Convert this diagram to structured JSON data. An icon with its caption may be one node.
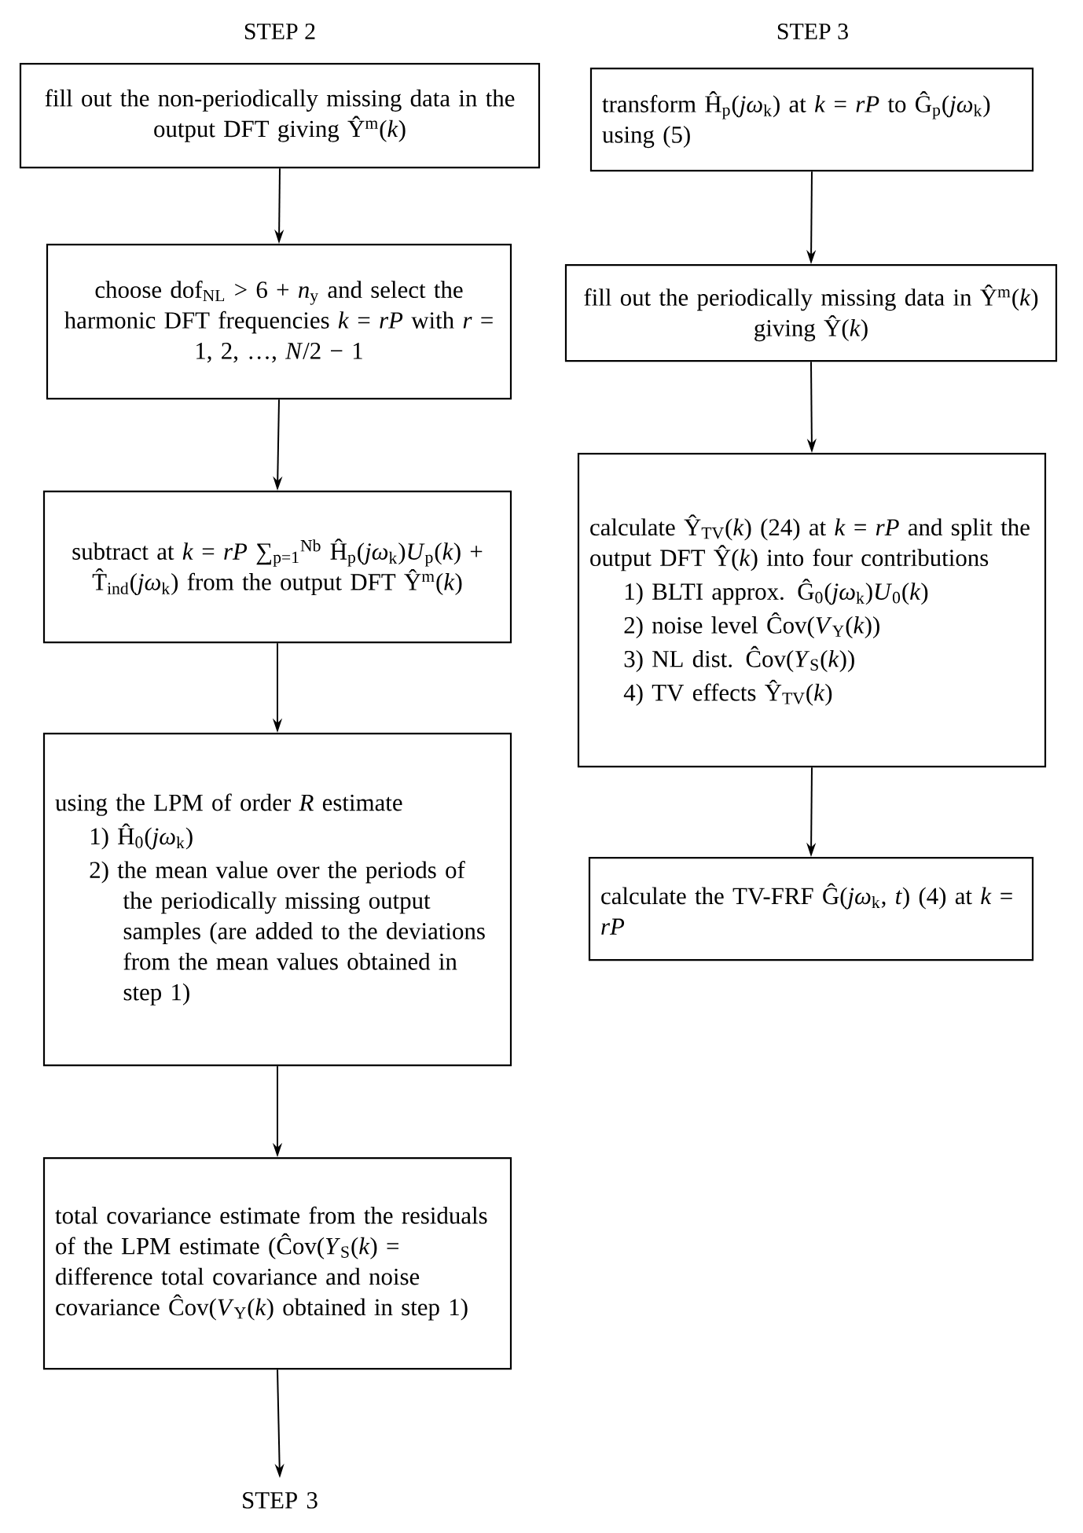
{
  "diagram": {
    "nodes": [
      {
        "text": [
          "fill out the non-periodically missing data in the output DFT giving Ŷ$^{m}$(*k*)"
        ]
      },
      {
        "text": [
          "choose dof$_{NL}$ > 6 + *n*$_{y}$ and select the harmonic DFT frequencies *k* = *rP* with *r* = 1, 2, …, *N*/2 − 1"
        ]
      },
      {
        "text": [
          "subtract at *k* = *rP* ∑$_{p=1}$$^{Nb}$ Ĥ$_{p}$(*jω*$_{k}$)*U*$_{p}$(*k*) + T̂$_{ind}$(*jω*$_{k}$) from the output DFT Ŷ$^{m}$(*k*)"
        ]
      },
      {
        "text": [
          "using the LPM of order *R* estimate",
          "1) Ĥ$_{0}$(*jω*$_{k}$)",
          "2) the mean value over the periods of the periodically missing output samples (are added to the deviations from the mean values obtained in step 1)"
        ]
      },
      {
        "text": [
          "total covariance estimate from the residuals of the LPM estimate (Ĉov(*Y*$_{S}$(*k*) = difference total covariance and noise covariance Ĉov(*V*$_{Y}$(*k*) obtained in step 1)"
        ]
      },
      {
        "text": [
          "STEP 3"
        ]
      },
      {
        "text": [
          "transform Ĥ$_{p}$(*jω*$_{k}$) at *k* = *rP* to Ĝ$_{p}$(*jω*$_{k}$) using (5)"
        ]
      },
      {
        "text": [
          "fill out the periodically missing data in Ŷ$^{m}$(*k*) giving Ŷ(*k*)"
        ]
      },
      {
        "text": [
          "calculate Ŷ$_{TV}$(*k*) (24) at *k* = *rP* and split the output DFT Ŷ(*k*) into four contributions",
          "1) BLTI approx. Ĝ$_{0}$(*jω*$_{k}$)*U*$_{0}$(*k*)",
          "2) noise level Ĉov(*V*$_{Y}$(*k*))",
          "3) NL dist. Ĉov(*Y*$_{S}$(*k*))",
          "4) TV effects Ŷ$_{TV}$(*k*)"
        ]
      },
      {
        "text": [
          "calculate the TV-FRF Ĝ(*jω*$_{k}$, *t*) (4) at *k* = *rP*"
        ]
      }
    ],
    "edges": [
      {
        "from": 0,
        "to": 1,
        "arrow": "to"
      },
      {
        "from": 1,
        "to": 2,
        "arrow": "to"
      },
      {
        "from": 2,
        "to": 3,
        "arrow": "to"
      },
      {
        "from": 3,
        "to": 4,
        "arrow": "to"
      },
      {
        "from": 4,
        "to": 5,
        "arrow": "to"
      },
      {
        "from": 6,
        "to": 7,
        "arrow": "to"
      },
      {
        "from": 7,
        "to": 8,
        "arrow": "to"
      },
      {
        "from": 8,
        "to": 9,
        "arrow": "to"
      }
    ],
    "labels": [
      "STEP 2",
      "STEP 3"
    ]
  }
}
